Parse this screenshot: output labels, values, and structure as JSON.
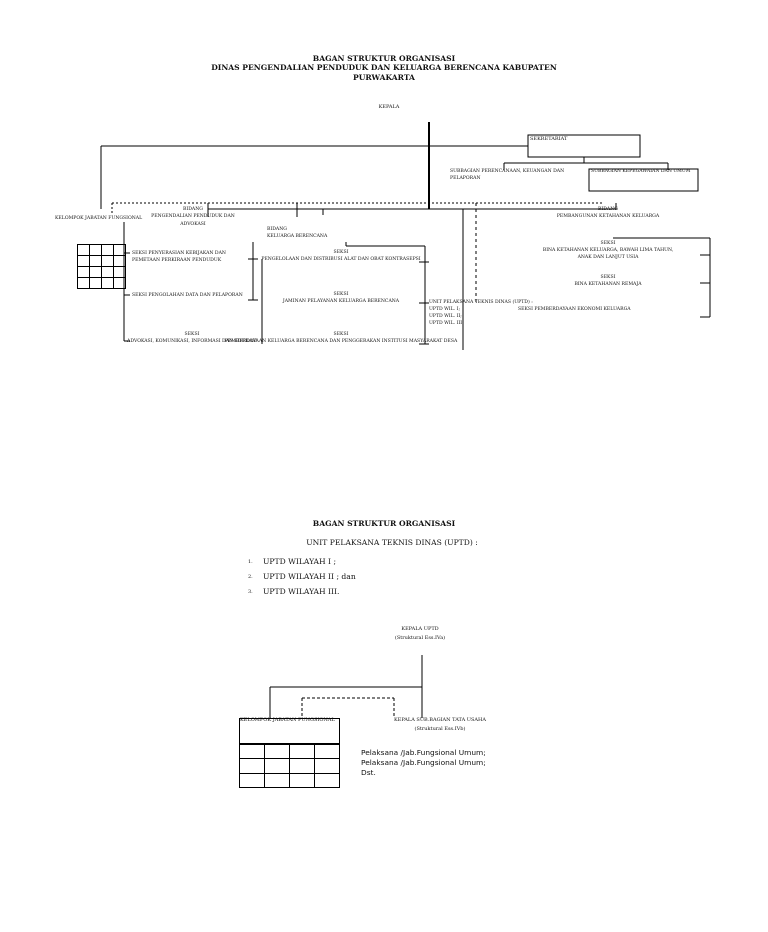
{
  "chart1": {
    "title_line1": "BAGAN STRUKTUR ORGANISASI",
    "title_line2": "DINAS PENGENDALIAN PENDUDUK DAN KELUARGA BERENCANA KABUPATEN",
    "title_line3": "PURWAKARTA",
    "kepala": "KEPALA",
    "sekretariat": "SEKRETARIAT",
    "subbag_perencanaan_1": "SUBBAGIAN PERENCANAAN, KEUANGAN DAN",
    "subbag_perencanaan_2": "PELAPORAN",
    "subbag_kepegawaian": "SUBBAGIAN KEPEGAWAIAN DAN UMUM",
    "kelompok": "KELOMPOK JABATAN FUNGSIONAL",
    "bidang_advokasi_1": "BIDANG",
    "bidang_advokasi_2": "PENGENDALIAN PENDUDUK DAN",
    "bidang_advokasi_3": "ADVOKASI",
    "bidang_kb_1": "BIDANG",
    "bidang_kb_2": "KELUARGA BERENCANA",
    "bidang_ketahanan_1": "BIDANG",
    "bidang_ketahanan_2": "PEMBANGUNAN KETAHANAN KELUARGA",
    "seksi_penyerasian_1": "SEKSI PENYERASIAN KEBIJAKAN DAN",
    "seksi_penyerasian_2": "PEMETAAN PERKIRAAN PENDUDUK",
    "seksi_pengolahan": "SEKSI  PENGOLAHAN DATA DAN PELAPORAN",
    "seksi_advokasi_1": "SEKSI",
    "seksi_advokasi_2": "ADVOKASI, KOMUNIKASI, INFORMASI DAN EDUKASI",
    "seksi_alat_1": "SEKSI",
    "seksi_alat_2": "PENGELOLAAN DAN DISTRIBUSI ALAT DAN OBAT KONTRASEPSI",
    "seksi_jaminan_1": "SEKSI",
    "seksi_jaminan_2": "JAMINAN PELAYANAN KELUARGA BERENCANA",
    "seksi_penggerakan_1": "SEKSI",
    "seksi_penggerakan_2": "PEMBERDAYAAN KELUARGA BERENCANA DAN PENGGERAKAN INSTITUSI MASYARAKAT DESA",
    "seksi_balita_1": "SEKSI",
    "seksi_balita_2": "BINA KETAHANAN KELUARGA, BAWAH LIMA TAHUN,",
    "seksi_balita_3": "ANAK DAN LANJUT USIA",
    "seksi_remaja_1": "SEKSI",
    "seksi_remaja_2": "BINA KETAHANAN REMAJA",
    "seksi_ekonomi": "SEKSI PEMBERDAYAAN EKONOMI KELUARGA",
    "uptd_1": "UNIT PELAKSANA TEKNIS DINAS (UPTD) :",
    "uptd_2": "UPTD WIL. I;",
    "uptd_3": "UPTD WIL. II;",
    "uptd_4": "UPTD WIL. III."
  },
  "chart2": {
    "title": "BAGAN STRUKTUR ORGANISASI",
    "subtitle": "UNIT PELAKSANA TEKNIS DINAS (UPTD) :",
    "items": [
      {
        "num": "1.",
        "text": "UPTD WILAYAH I ;"
      },
      {
        "num": "2.",
        "text": "UPTD WILAYAH II ; dan"
      },
      {
        "num": "3.",
        "text": "UPTD WILAYAH III."
      }
    ],
    "kepala_1": "KEPALA UPTD",
    "kepala_2": "(Struktural Ess.IVa)",
    "kelompok": "KELOMPOK JABATAN FUNGSIONAL",
    "kasubag_1": "KEPALA SUB.BAGIAN TATA USAHA",
    "kasubag_2": "(Struktural Ess.IVb)",
    "pelaksana": [
      "Pelaksana /Jab.Fungsional Umum;",
      "Pelaksana /Jab.Fungsional Umum;",
      "Dst."
    ]
  }
}
